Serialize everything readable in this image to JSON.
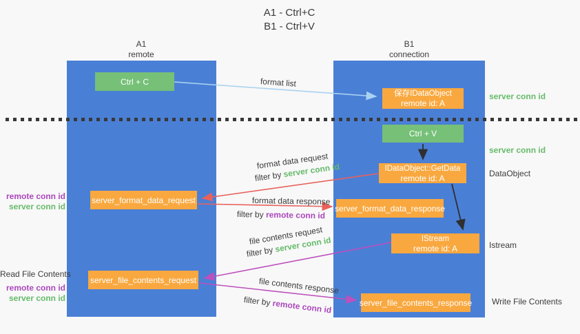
{
  "title": {
    "line1": "A1 - Ctrl+C",
    "line2": "B1 - Ctrl+V"
  },
  "lifelines": {
    "a1": {
      "name": "A1",
      "subtitle": "remote"
    },
    "b1": {
      "name": "B1",
      "subtitle": "connection"
    }
  },
  "nodes": {
    "ctrl_c": "Ctrl + C",
    "ctrl_v": "Ctrl + V",
    "save_idataobject": {
      "line1": "保存IDataObject",
      "line2": "remote id: A"
    },
    "getdata": {
      "line1": "IDataObject::GetData",
      "line2": "remote id: A"
    },
    "istream": {
      "line1": "IStream",
      "line2": "remote id: A"
    },
    "server_format_data_request": "server_format_data_request",
    "server_format_data_response": "server_format_data_response",
    "server_file_contents_request": "server_file_contents_request",
    "server_file_contents_response": "server_file_contents_response"
  },
  "flow_labels": {
    "format_list": "format list",
    "format_data_request": "format data request",
    "format_data_response": "format data response",
    "file_contents_request": "file contents request",
    "file_contents_response": "file contents response",
    "filter_by": "filter by",
    "server_conn_id": "server conn id",
    "remote_conn_id": "remote conn id"
  },
  "side_labels": {
    "remote_conn_id": "remote conn id",
    "server_conn_id": "server conn id",
    "read_file_contents": "Read File Contents",
    "dataobject": "DataObject",
    "istream": "Istream",
    "write_file_contents": "Write File Contents"
  },
  "colors": {
    "lifeline_blue": "#4a7fd6",
    "node_orange": "#f9a83f",
    "node_green": "#76c078",
    "arrow_light_blue": "#a8d2f0",
    "arrow_red": "#e8625c",
    "arrow_magenta": "#bd50bd",
    "arrow_black": "#2f2f2f",
    "text_green": "#66bb6a",
    "text_purple": "#ab47bc",
    "text_dark": "#3b3b3b",
    "background": "#f8f8f8"
  }
}
